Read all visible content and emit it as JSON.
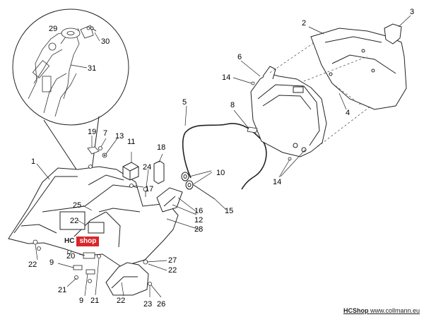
{
  "watermark": {
    "part1": "HC",
    "part2": "shop"
  },
  "credit": {
    "brand": "HCShop",
    "site": "www.collmann.eu"
  },
  "callouts": {
    "n1": "1",
    "n2": "2",
    "n3": "3",
    "n4": "4",
    "n5": "5",
    "n6": "6",
    "n7": "7",
    "n8": "8",
    "n9a": "9",
    "n9b": "9",
    "n10": "10",
    "n11": "11",
    "n12": "12",
    "n13": "13",
    "n14a": "14",
    "n14b": "14",
    "n15": "15",
    "n16": "16",
    "n17": "17",
    "n18": "18",
    "n19": "19",
    "n20": "20",
    "n21a": "21",
    "n21b": "21",
    "n22a": "22",
    "n22b": "22",
    "n22c": "22",
    "n22d": "22",
    "n23": "23",
    "n24": "24",
    "n25": "25",
    "n26": "26",
    "n27": "27",
    "n28": "28",
    "n29": "29",
    "n30": "30",
    "n31": "31"
  }
}
